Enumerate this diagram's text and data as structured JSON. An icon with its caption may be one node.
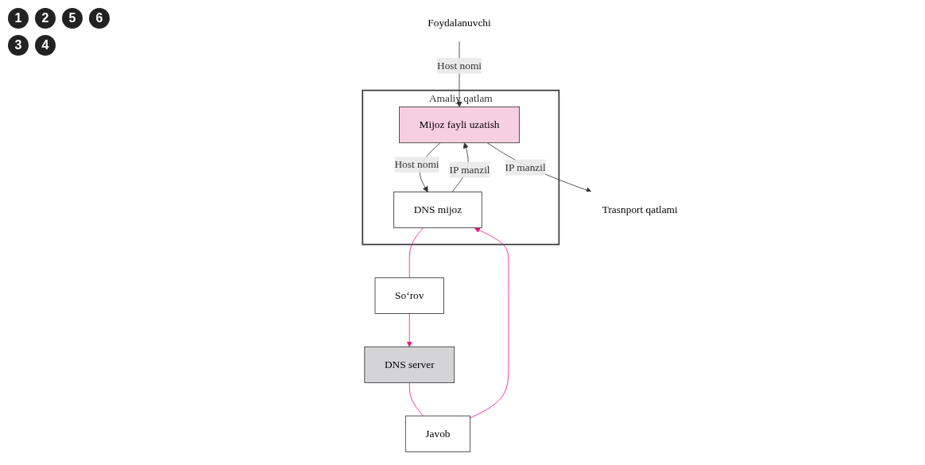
{
  "diagram": {
    "nodes": [
      {
        "text": [
          "Foydalanuvchi"
        ]
      },
      {
        "text": [
          "Amaliy qatlam"
        ]
      },
      {
        "text": [
          "Mijoz fayli uzatish"
        ],
        "in": 1
      },
      {
        "text": [
          "DNS mijoz"
        ],
        "in": 1
      },
      {
        "text": [
          "DNS server"
        ]
      },
      {
        "text": [
          "So‘rov"
        ]
      },
      {
        "text": [
          "Javob"
        ]
      },
      {
        "text": [
          "Trasnport qatlami"
        ]
      }
    ],
    "edges": [
      {
        "from": 0,
        "to": 2,
        "arrow": "to",
        "label": "Host nomi"
      },
      {
        "from": 2,
        "to": 3,
        "arrow": "to",
        "label": "Host nomi"
      },
      {
        "from": 3,
        "to": 2,
        "arrow": "to",
        "label": "IP manzil"
      },
      {
        "from": 3,
        "to": 5,
        "arrow": "none",
        "color": "#e8168a"
      },
      {
        "from": 5,
        "to": 4,
        "arrow": "to",
        "color": "#e8168a"
      },
      {
        "from": 4,
        "to": 6,
        "arrow": "none",
        "color": "#e8168a"
      },
      {
        "from": 6,
        "to": 3,
        "arrow": "to",
        "color": "#e8168a"
      },
      {
        "from": 2,
        "to": 7,
        "arrow": "to",
        "label": "IP manzil"
      }
    ],
    "labels": [
      "1",
      "2",
      "5",
      "6",
      "3",
      "4"
    ]
  }
}
